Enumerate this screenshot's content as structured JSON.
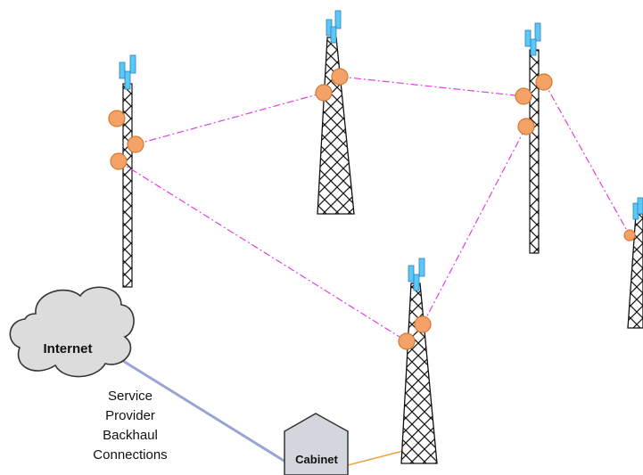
{
  "cloud": {
    "label": "Internet"
  },
  "cabinet": {
    "label": "Cabinet"
  },
  "backhaul": {
    "lines": [
      "Service",
      "Provider",
      "Backhaul",
      "Connections"
    ]
  },
  "colors": {
    "link": "#e040e0",
    "node_fill": "#f4a268",
    "node_stroke": "#d47a30",
    "antenna": "#5bc8f5",
    "antenna_dark": "#2a7fc0",
    "cloud_fill": "#dcdcdc",
    "cabinet_fill": "#d3d6dc",
    "backhaul_line": "#9aa4d4",
    "fiber_line": "#f0a040"
  }
}
